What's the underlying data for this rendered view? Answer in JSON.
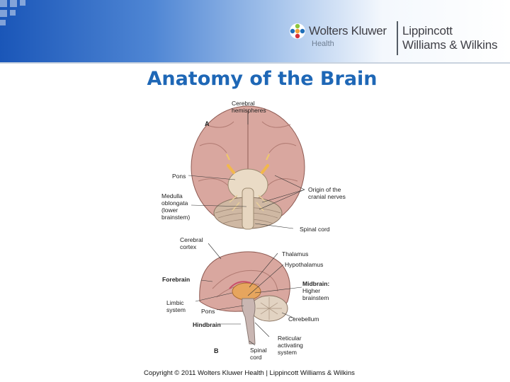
{
  "header": {
    "publisher_name": "Wolters Kluwer",
    "publisher_sub": "Health",
    "imprint_line1": "Lippincott",
    "imprint_line2": "Williams & Wilkins",
    "logo_icon": "wolters-kluwer-logo",
    "band_colors": [
      "#1a56b8",
      "#4f86d4",
      "#ffffff"
    ]
  },
  "slide": {
    "title": "Anatomy of the Brain",
    "title_color": "#1e67b6"
  },
  "figure": {
    "panel_a": "A",
    "panel_b": "B",
    "labels": {
      "cerebral_hemispheres": "Cerebral\nhemispheres",
      "pons_a": "Pons",
      "medulla": "Medulla\noblongata\n(lower\nbrainstem)",
      "cranial_nerves": "Origin of the\ncranial nerves",
      "spinal_cord_a": "Spinal cord",
      "cerebral_cortex": "Cerebral\ncortex",
      "thalamus": "Thalamus",
      "hypothalamus": "Hypothalamus",
      "forebrain": "Forebrain",
      "midbrain": "Midbrain:",
      "higher_brainstem": "Higher\nbrainstem",
      "limbic": "Limbic\nsystem",
      "pons_b": "Pons",
      "cerebellum": "Cerebellum",
      "hindbrain": "Hindbrain",
      "reticular": "Reticular\nactivating\nsystem",
      "spinal_cord_b": "Spinal\ncord"
    }
  },
  "footer": {
    "copyright": "Copyright © 2011 Wolters Kluwer Health | Lippincott Williams & Wilkins"
  }
}
